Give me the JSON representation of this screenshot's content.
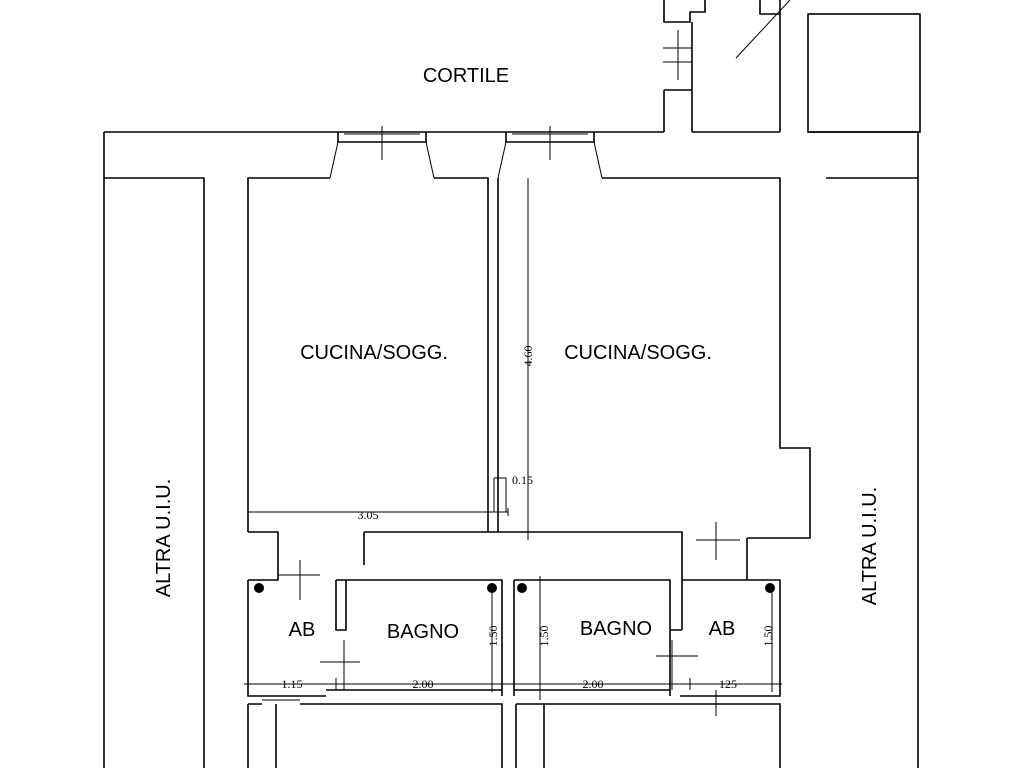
{
  "labels": {
    "courtyard": "CORTILE",
    "kitchen_left": "CUCINA/SOGG.",
    "kitchen_right": "CUCINA/SOGG.",
    "other_unit_left": "ALTRA U.I.U.",
    "other_unit_right": "ALTRA U.I.U.",
    "ab_left": "AB",
    "bath_left": "BAGNO",
    "bath_right": "BAGNO",
    "ab_right": "AB"
  },
  "dimensions": {
    "kitchen_width": "3.05",
    "kitchen_depth": "4.60",
    "wall_offset": "0.15",
    "ab_left_width": "1.15",
    "bath_left_width": "2.00",
    "bath_right_width": "2.00",
    "ab_right_width": "125",
    "height_ab_left": "1.50",
    "height_bath_right": "1.50",
    "height_ab_right": "1.50"
  }
}
